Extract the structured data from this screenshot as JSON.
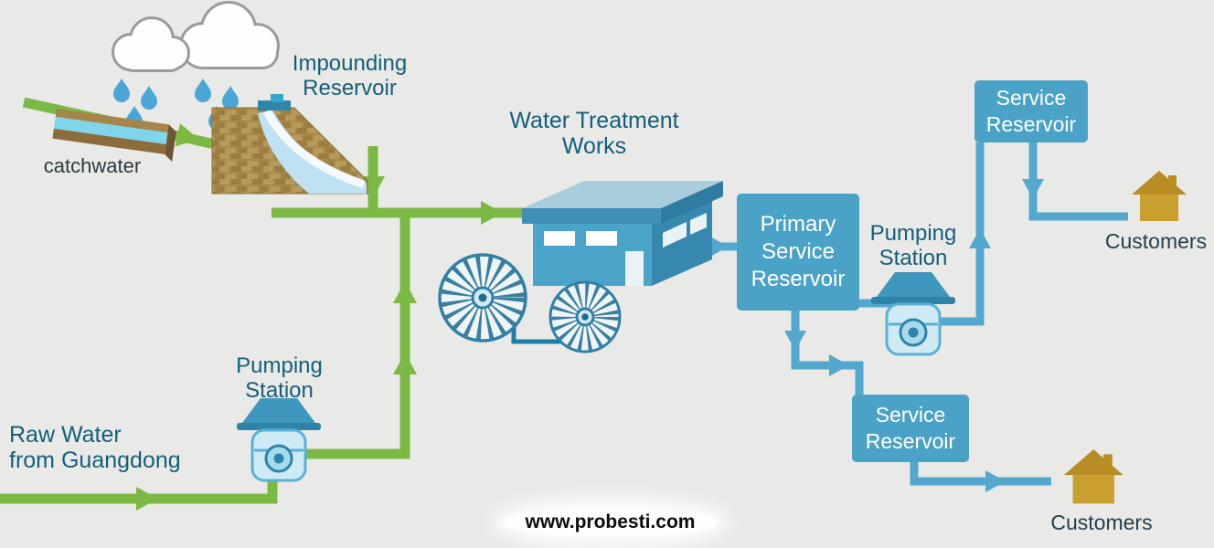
{
  "diagram": {
    "type": "water-supply-flow-diagram",
    "watermark": "www.probesti.com",
    "colors": {
      "background": "#e9eae7",
      "raw_water_line": "#7cb944",
      "treated_water_line": "#54a8ce",
      "reservoir_box": "#4aa2c6",
      "label_teal": "#135e7c",
      "customers_label": "#22404d",
      "house_gold": "#c2982c",
      "box_text": "#ffffff"
    },
    "nodes": {
      "catchwater": {
        "lines": [
          "catchwater"
        ]
      },
      "impounding_reservoir": {
        "lines": [
          "Impounding",
          "Reservoir"
        ]
      },
      "water_treatment_works": {
        "lines": [
          "Water Treatment",
          "Works"
        ]
      },
      "pumping_station_left": {
        "lines": [
          "Pumping",
          "Station"
        ]
      },
      "raw_water_guangdong": {
        "lines": [
          "Raw Water",
          "from Guangdong"
        ]
      },
      "primary_service_reservoir": {
        "lines": [
          "Primary",
          "Service",
          "Reservoir"
        ]
      },
      "pumping_station_right": {
        "lines": [
          "Pumping",
          "Station"
        ]
      },
      "service_reservoir_top": {
        "lines": [
          "Service",
          "Reservoir"
        ]
      },
      "customers_top": {
        "lines": [
          "Customers"
        ]
      },
      "service_reservoir_bottom": {
        "lines": [
          "Service",
          "Reservoir"
        ]
      },
      "customers_bottom": {
        "lines": [
          "Customers"
        ]
      }
    },
    "flows": [
      {
        "from": "rainfall",
        "to": "catchwater",
        "water": "raw"
      },
      {
        "from": "catchwater",
        "to": "impounding_reservoir",
        "water": "raw"
      },
      {
        "from": "impounding_reservoir",
        "to": "water_treatment_works",
        "water": "raw"
      },
      {
        "from": "raw_water_guangdong",
        "to": "pumping_station_left",
        "water": "raw"
      },
      {
        "from": "pumping_station_left",
        "to": "water_treatment_works",
        "water": "raw"
      },
      {
        "from": "water_treatment_works",
        "to": "primary_service_reservoir",
        "water": "treated"
      },
      {
        "from": "primary_service_reservoir",
        "to": "pumping_station_right",
        "water": "treated"
      },
      {
        "from": "pumping_station_right",
        "to": "service_reservoir_top",
        "water": "treated"
      },
      {
        "from": "service_reservoir_top",
        "to": "customers_top",
        "water": "treated"
      },
      {
        "from": "primary_service_reservoir",
        "to": "service_reservoir_bottom",
        "water": "treated"
      },
      {
        "from": "service_reservoir_bottom",
        "to": "customers_bottom",
        "water": "treated"
      }
    ]
  }
}
